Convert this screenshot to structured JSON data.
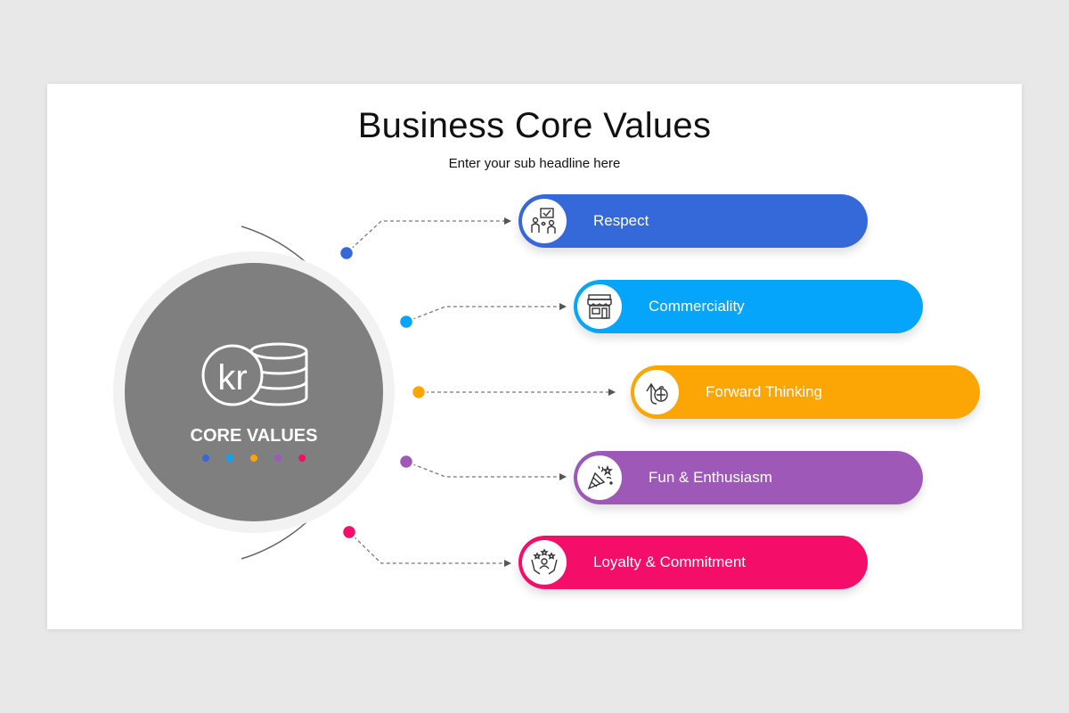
{
  "title": "Business Core Values",
  "subtitle": "Enter your sub headline here",
  "center": {
    "label": "CORE VALUES",
    "logo_text": "kr",
    "icon": "coin-stack-icon",
    "fill": "#7f7f7f"
  },
  "items": [
    {
      "label": "Respect",
      "color": "#3568d8",
      "icon": "people-board-icon"
    },
    {
      "label": "Commerciality",
      "color": "#04a5fb",
      "icon": "storefront-icon"
    },
    {
      "label": "Forward Thinking",
      "color": "#fba605",
      "icon": "mind-arrow-icon"
    },
    {
      "label": "Fun & Enthusiasm",
      "color": "#9e59b8",
      "icon": "party-popper-icon"
    },
    {
      "label": "Loyalty & Commitment",
      "color": "#f50d6a",
      "icon": "hands-heart-icon"
    }
  ]
}
